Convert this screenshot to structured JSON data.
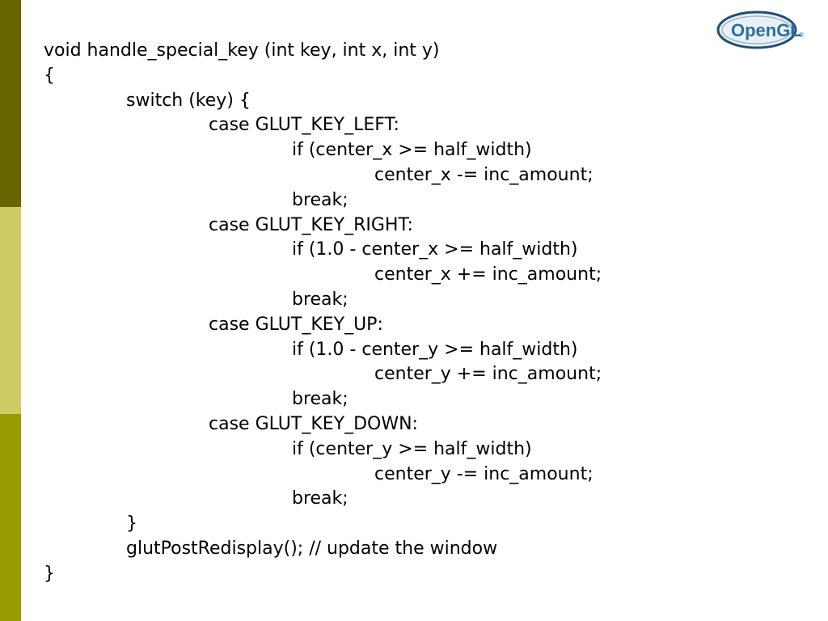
{
  "logo": {
    "text": "OpenGL",
    "mark": "®"
  },
  "code_lines": [
    {
      "indent": 0,
      "text": "void handle_special_key (int key, int x, int y)"
    },
    {
      "indent": 0,
      "text": "{"
    },
    {
      "indent": 1,
      "text": "switch (key) {"
    },
    {
      "indent": 2,
      "text": "case GLUT_KEY_LEFT:"
    },
    {
      "indent": 3,
      "text": "if (center_x >= half_width)"
    },
    {
      "indent": 4,
      "text": "center_x -= inc_amount;"
    },
    {
      "indent": 3,
      "text": "break;"
    },
    {
      "indent": 2,
      "text": "case GLUT_KEY_RIGHT:"
    },
    {
      "indent": 3,
      "text": "if (1.0 - center_x >= half_width)"
    },
    {
      "indent": 4,
      "text": "center_x += inc_amount;"
    },
    {
      "indent": 3,
      "text": "break;"
    },
    {
      "indent": 2,
      "text": "case GLUT_KEY_UP:"
    },
    {
      "indent": 3,
      "text": "if (1.0 - center_y >= half_width)"
    },
    {
      "indent": 4,
      "text": "center_y += inc_amount;"
    },
    {
      "indent": 3,
      "text": "break;"
    },
    {
      "indent": 2,
      "text": "case GLUT_KEY_DOWN:"
    },
    {
      "indent": 3,
      "text": "if (center_y >= half_width)"
    },
    {
      "indent": 4,
      "text": "center_y -= inc_amount;"
    },
    {
      "indent": 3,
      "text": "break;"
    },
    {
      "indent": 1,
      "text": "}"
    },
    {
      "indent": 1,
      "text": "glutPostRedisplay(); // update the window"
    },
    {
      "indent": 0,
      "text": "}"
    }
  ],
  "colors": {
    "sidebar_top": "#666600",
    "sidebar_middle": "#cccc66",
    "sidebar_bottom": "#999900",
    "logo_blue": "#2c6f9e",
    "logo_ring": "#1f4f75"
  }
}
